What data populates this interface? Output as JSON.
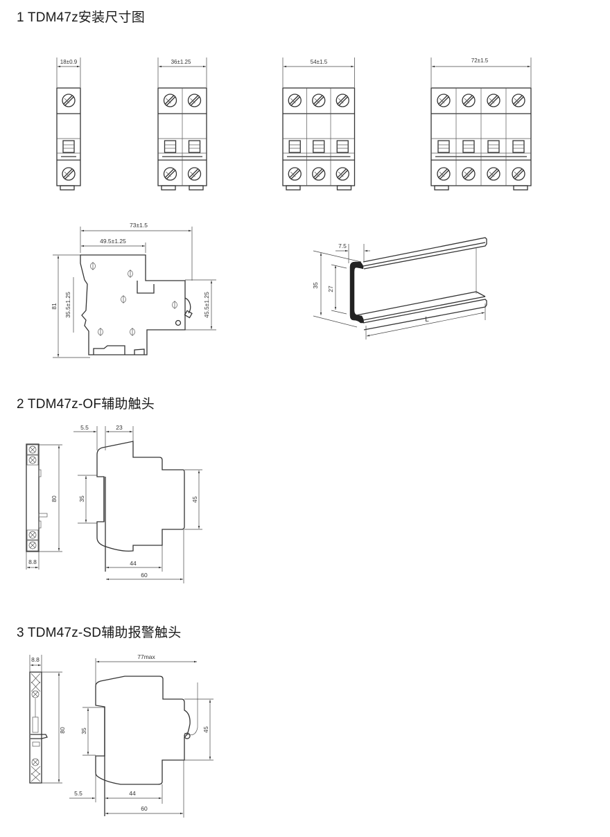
{
  "section1": {
    "title": "1  TDM47z安装尺寸图",
    "front_views": [
      {
        "poles": 1,
        "width_label": "18±0.9"
      },
      {
        "poles": 2,
        "width_label": "36±1.25"
      },
      {
        "poles": 3,
        "width_label": "54±1.5"
      },
      {
        "poles": 4,
        "width_label": "72±1.5"
      }
    ],
    "side_view": {
      "depth_label": "73±1.5",
      "front_depth_label": "49.5±1.25",
      "height_label": "81",
      "left_step_label": "35.5±1.25",
      "right_step_label": "45.5±1.25"
    },
    "din_rail": {
      "flange_label": "7.5",
      "outer_height_label": "35",
      "inner_height_label": "27",
      "length_label": "L"
    }
  },
  "section2": {
    "title": "2  TDM47z-OF辅助触头",
    "front_view": {
      "height_label": "80",
      "width_label": "8.8"
    },
    "side_view": {
      "offset_label": "5.5",
      "top_label": "23",
      "rail_label": "35",
      "step_label": "45",
      "front_label": "44",
      "depth_label": "60"
    }
  },
  "section3": {
    "title": "3  TDM47z-SD辅助报警触头",
    "front_view": {
      "height_label": "80",
      "width_label": "8.8"
    },
    "side_view": {
      "max_depth_label": "77max",
      "rail_label": "35",
      "step_label": "45",
      "offset_label": "5.5",
      "front_label": "44",
      "depth_label": "60"
    }
  },
  "colors": {
    "line": "#333333",
    "background": "#ffffff"
  }
}
